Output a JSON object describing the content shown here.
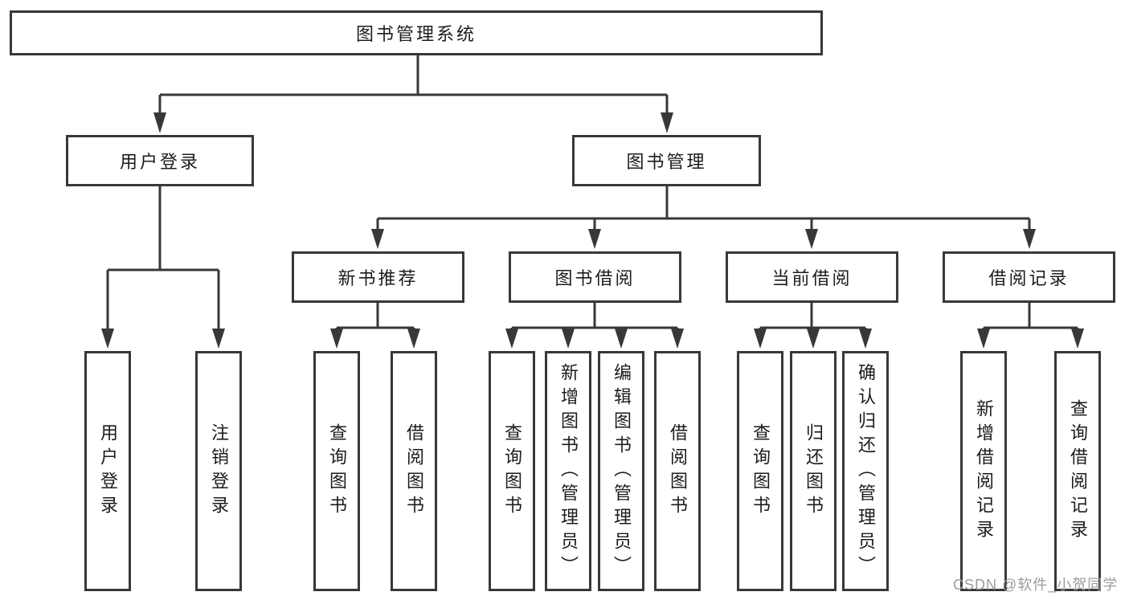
{
  "tree": {
    "root": {
      "label": "图书管理系统"
    },
    "login": {
      "label": "用户登录",
      "children": [
        "用户登录",
        "注销登录"
      ]
    },
    "mgmt": {
      "label": "图书管理"
    },
    "groups": [
      {
        "label": "新书推荐",
        "children": [
          "查询图书",
          "借阅图书"
        ]
      },
      {
        "label": "图书借阅",
        "children": [
          "查询图书",
          "新增图书（管理员）",
          "编辑图书（管理员）",
          "借阅图书"
        ]
      },
      {
        "label": "当前借阅",
        "children": [
          "查询图书",
          "归还图书",
          "确认归还（管理员）"
        ]
      },
      {
        "label": "借阅记录",
        "children": [
          "新增借阅记录",
          "查询借阅记录"
        ]
      }
    ]
  },
  "watermark": "CSDN @软件_小贺同学",
  "colors": {
    "line": "#383838",
    "box-border": "#383838",
    "text": "#1c1c1c",
    "watermark": "#9c9c9c",
    "background": "#ffffff"
  }
}
